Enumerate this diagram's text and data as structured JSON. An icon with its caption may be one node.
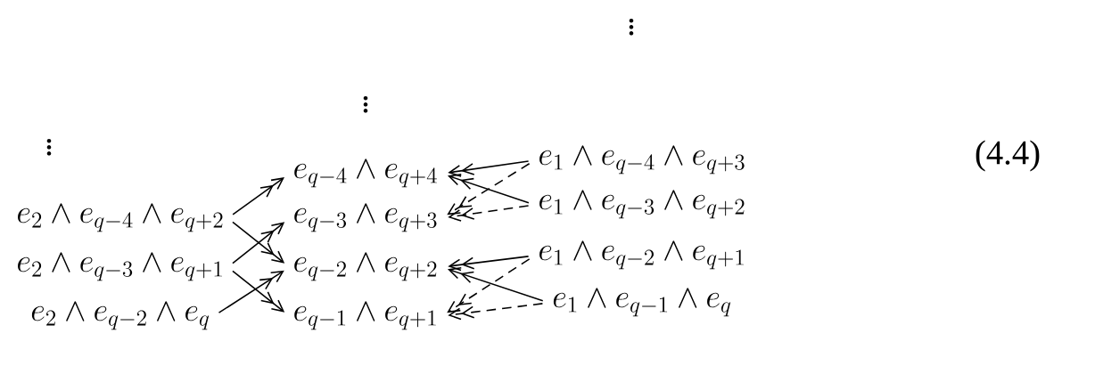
{
  "diagram": {
    "nodes": [
      {
        "text": [
          "e_{2} \\wedge e_{q-4} \\wedge e_{q+2}"
        ]
      },
      {
        "text": [
          "e_{2} \\wedge e_{q-3} \\wedge e_{q+1}"
        ]
      },
      {
        "text": [
          "e_{2} \\wedge e_{q-2} \\wedge e_{q}"
        ]
      },
      {
        "text": [
          "e_{q-4} \\wedge e_{q+4}"
        ]
      },
      {
        "text": [
          "e_{q-3} \\wedge e_{q+3}"
        ]
      },
      {
        "text": [
          "e_{q-2} \\wedge e_{q+2}"
        ]
      },
      {
        "text": [
          "e_{q-1} \\wedge e_{q+1}"
        ]
      },
      {
        "text": [
          "e_{1} \\wedge e_{q-4} \\wedge e_{q+3}"
        ]
      },
      {
        "text": [
          "e_{1} \\wedge e_{q-3} \\wedge e_{q+2}"
        ]
      },
      {
        "text": [
          "e_{1} \\wedge e_{q-2} \\wedge e_{q+1}"
        ]
      },
      {
        "text": [
          "e_{1} \\wedge e_{q-1} \\wedge e_{q}"
        ]
      }
    ],
    "edges": [
      {
        "from": 0,
        "to": 3,
        "arrow": "to"
      },
      {
        "from": 0,
        "to": 5,
        "arrow": "to"
      },
      {
        "from": 1,
        "to": 4,
        "arrow": "to"
      },
      {
        "from": 1,
        "to": 6,
        "arrow": "to"
      },
      {
        "from": 2,
        "to": 5,
        "arrow": "to"
      },
      {
        "from": 7,
        "to": 3,
        "arrow": "to"
      },
      {
        "from": 8,
        "to": 3,
        "arrow": "to"
      },
      {
        "from": 7,
        "to": 4,
        "arrow": "to",
        "style": "dashed"
      },
      {
        "from": 8,
        "to": 4,
        "arrow": "to",
        "style": "dashed"
      },
      {
        "from": 9,
        "to": 5,
        "arrow": "to"
      },
      {
        "from": 10,
        "to": 5,
        "arrow": "to"
      },
      {
        "from": 9,
        "to": 6,
        "arrow": "to",
        "style": "dashed"
      },
      {
        "from": 10,
        "to": 6,
        "arrow": "to",
        "style": "dashed"
      }
    ],
    "labels": [
      "\\vdots",
      "\\vdots",
      "\\vdots",
      "(4.4)"
    ]
  }
}
